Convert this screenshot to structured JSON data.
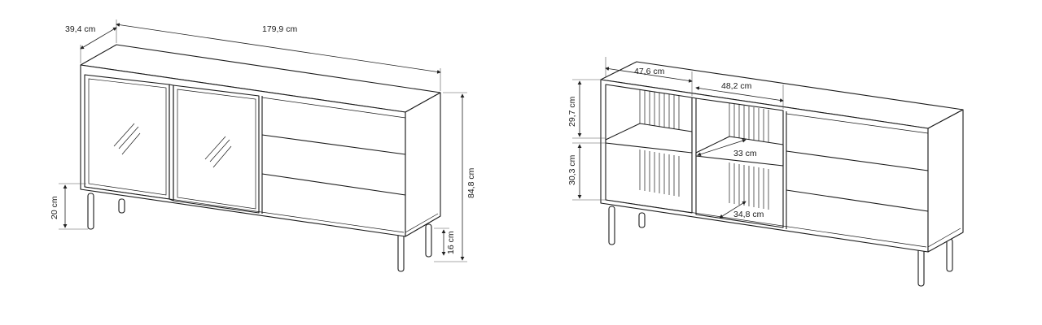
{
  "left_view": {
    "depth_label": "39,4 cm",
    "width_label": "179,9 cm",
    "total_height_label": "84,8 cm",
    "clearance_label": "16 cm",
    "leg_height_label": "20 cm"
  },
  "right_view": {
    "compartment_width_1": "47,6 cm",
    "compartment_width_2": "48,2 cm",
    "upper_height": "29,7 cm",
    "lower_height": "30,3 cm",
    "upper_depth": "33 cm",
    "lower_depth": "34,8 cm"
  },
  "colors": {
    "line": "#1a1a1a",
    "background": "#ffffff"
  }
}
